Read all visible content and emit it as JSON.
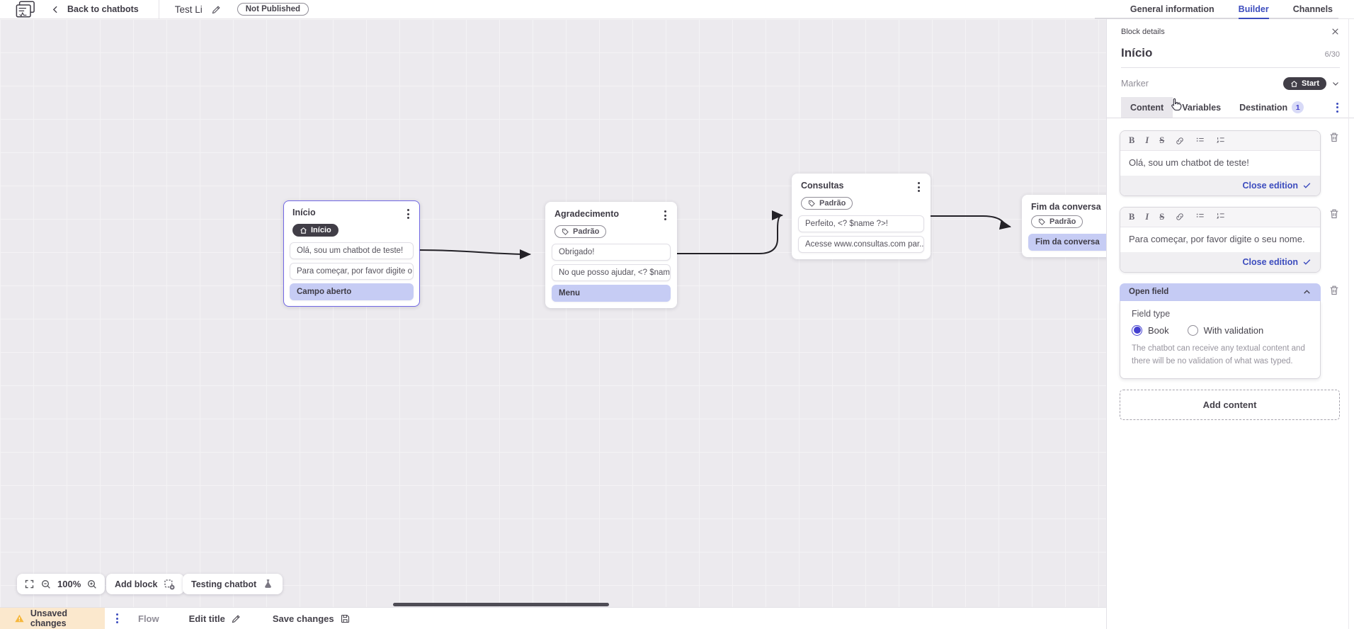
{
  "topbar": {
    "back_label": "Back to chatbots",
    "chatbot_title": "Test Li",
    "status_badge": "Not Published",
    "tabs": {
      "general": "General information",
      "builder": "Builder",
      "channels": "Channels"
    }
  },
  "canvas": {
    "blocks": {
      "inicio": {
        "title": "Início",
        "badge": "Início",
        "rows": [
          "Olá, sou um chatbot de teste!",
          "Para começar, por favor digite o ...",
          "Campo aberto"
        ]
      },
      "agradecimento": {
        "title": "Agradecimento",
        "badge": "Padrão",
        "rows": [
          "Obrigado!",
          "No que posso ajudar, <? $name ...",
          "Menu"
        ]
      },
      "consultas": {
        "title": "Consultas",
        "badge": "Padrão",
        "rows": [
          "Perfeito, <? $name ?>!",
          "Acesse www.consultas.com par..."
        ]
      },
      "fim": {
        "title": "Fim da conversa",
        "badge": "Padrão",
        "rows": [
          "Fim da conversa"
        ]
      }
    },
    "controls": {
      "zoom_level": "100%",
      "add_block": "Add block",
      "testing_chatbot": "Testing chatbot"
    }
  },
  "panel": {
    "header": "Block details",
    "block_name": "Início",
    "char_counter": "6/30",
    "marker_label": "Marker",
    "marker_value": "Start",
    "tabs": {
      "content": "Content",
      "variables": "Variables",
      "destination": "Destination",
      "destination_badge": "1"
    },
    "toolbar": {
      "bold": "B",
      "italic": "I",
      "strikethrough": "S"
    },
    "editors": [
      {
        "text": "Olá, sou um chatbot de teste!",
        "action": "Close edition"
      },
      {
        "text": "Para começar, por favor digite o seu nome.",
        "action": "Close edition"
      }
    ],
    "open_field": {
      "title": "Open field",
      "field_type_label": "Field type",
      "option_book": "Book",
      "option_validation": "With validation",
      "help": "The chatbot can receive any textual content and there will be no validation of what was typed."
    },
    "add_content": "Add content"
  },
  "statusbar": {
    "unsaved": "Unsaved changes",
    "flow": "Flow",
    "edit_title": "Edit title",
    "save": "Save changes"
  },
  "icons": [
    "app-logo",
    "chevron-left-icon",
    "pencil-icon",
    "home-icon",
    "tag-icon",
    "kebab-icon",
    "close-icon",
    "chevron-down-icon",
    "chevron-up-icon",
    "bold-icon",
    "italic-icon",
    "strikethrough-icon",
    "link-icon",
    "bullet-list-icon",
    "ordered-list-icon",
    "trash-icon",
    "check-icon",
    "fullscreen-icon",
    "zoom-out-icon",
    "zoom-in-icon",
    "add-block-icon",
    "flask-icon",
    "warning-icon",
    "save-icon",
    "mouse-cursor"
  ],
  "colors": {
    "accent_blue": "#3c4cbe",
    "highlight_periwinkle": "#c6ccf4",
    "dark_pill": "#413e47",
    "selected_border": "#7268e4",
    "warning_bg": "#fbe8cd",
    "warning_icon": "#f6b73c"
  }
}
